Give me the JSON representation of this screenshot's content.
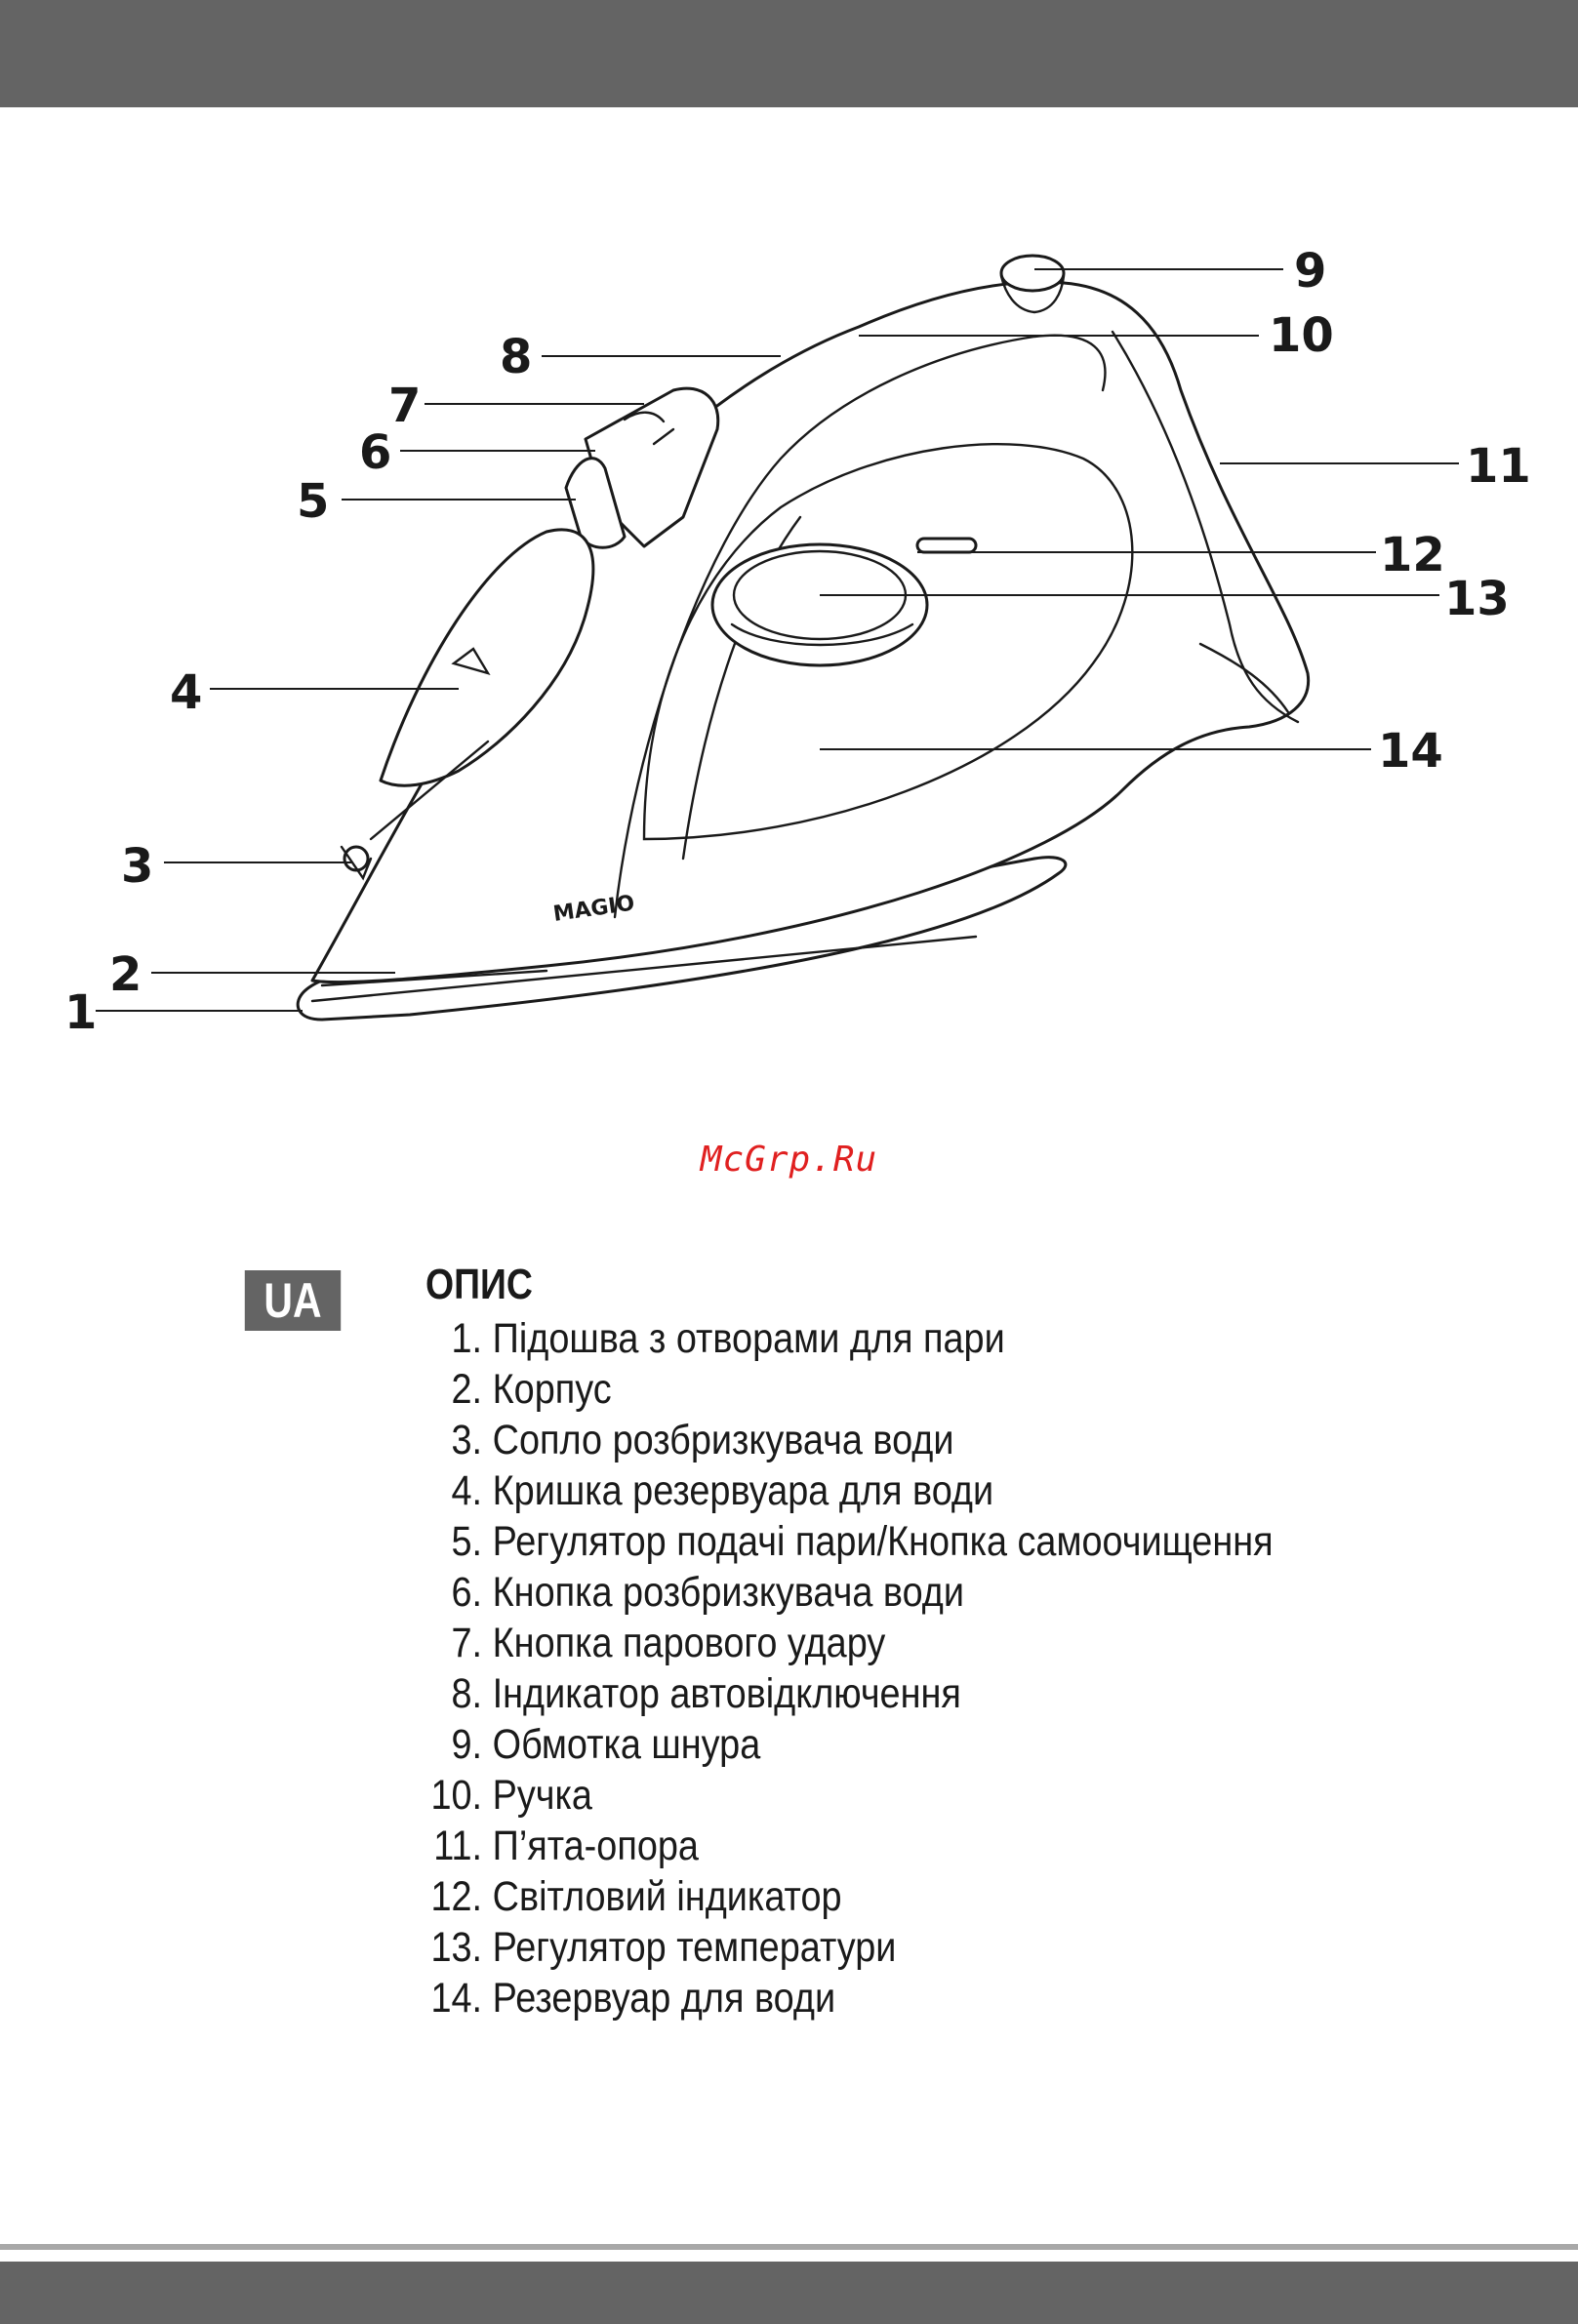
{
  "diagram": {
    "callouts": [
      {
        "n": "1"
      },
      {
        "n": "2"
      },
      {
        "n": "3"
      },
      {
        "n": "4"
      },
      {
        "n": "5"
      },
      {
        "n": "6"
      },
      {
        "n": "7"
      },
      {
        "n": "8"
      },
      {
        "n": "9"
      },
      {
        "n": "10"
      },
      {
        "n": "11"
      },
      {
        "n": "12"
      },
      {
        "n": "13"
      },
      {
        "n": "14"
      }
    ],
    "brand_logo": "MAGIO"
  },
  "watermark": "McGrp.Ru",
  "lang_badge": "UA",
  "section": {
    "title": "ОПИС",
    "items": [
      {
        "num": "1.",
        "label": " Підошва з отворами для пари"
      },
      {
        "num": "2.",
        "label": "Корпус"
      },
      {
        "num": "3.",
        "label": "Сопло розбризкувача води"
      },
      {
        "num": "4.",
        "label": "Кришка резервуара для води"
      },
      {
        "num": "5.",
        "label": "Регулятор подачі пари/Кнопка самоочищення"
      },
      {
        "num": "6.",
        "label": "Кнопка розбризкувача води"
      },
      {
        "num": "7.",
        "label": "Кнопка парового удару"
      },
      {
        "num": "8.",
        "label": "Індикатор автовідключення"
      },
      {
        "num": "9.",
        "label": "Обмотка шнура"
      },
      {
        "num": "10.",
        "label": "Ручка"
      },
      {
        "num": "11.",
        "label": "П’ята-опора"
      },
      {
        "num": "12.",
        "label": "Світловий індикатор"
      },
      {
        "num": "13.",
        "label": "Регулятор температури"
      },
      {
        "num": "14.",
        "label": "Резервуар для води"
      }
    ]
  },
  "colors": {
    "bar": "#646464",
    "watermark": "#e02020"
  }
}
